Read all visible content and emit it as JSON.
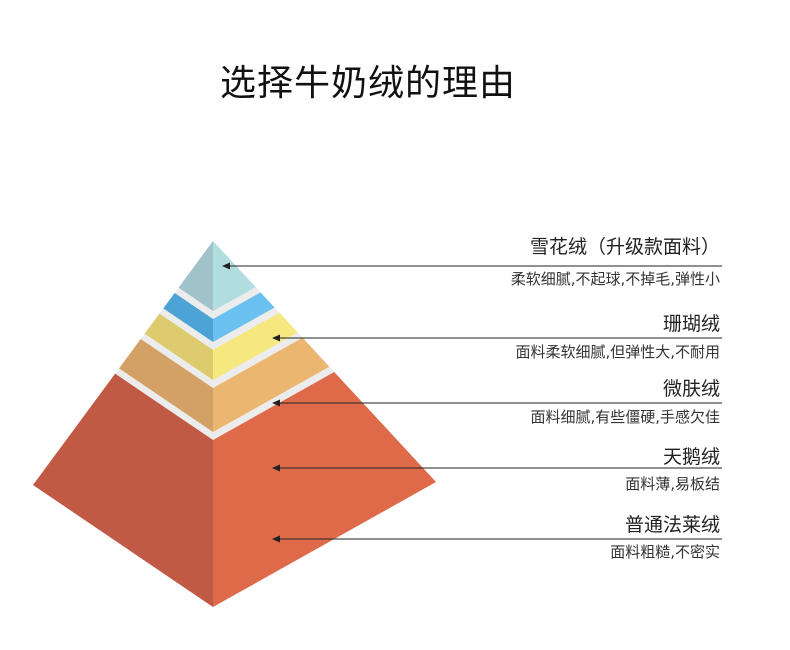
{
  "title": "选择牛奶绒的理由",
  "tiers": [
    {
      "name": "雪花绒（升级款面料）",
      "desc": "柔软细腻,不起球,不掉毛,弹性小",
      "colors": {
        "left": "#9FC3C9",
        "right": "#B2DDDE"
      }
    },
    {
      "name": "珊瑚绒",
      "desc": "面料柔软细腻,但弹性大,不耐用",
      "colors": {
        "left": "#4BA3D6",
        "right": "#6AC0EF"
      }
    },
    {
      "name": "微肤绒",
      "desc": "面料细腻,有些僵硬,手感欠佳",
      "colors": {
        "left": "#DDCB6D",
        "right": "#F6E77E"
      }
    },
    {
      "name": "天鹅绒",
      "desc": "面料薄,易板结",
      "colors": {
        "left": "#D3A065",
        "right": "#EBB770"
      }
    },
    {
      "name": "普通法莱绒",
      "desc": "面料粗糙,不密实",
      "colors": {
        "left": "#C05A45",
        "right": "#DE6A4A"
      }
    }
  ],
  "gap_color": "#ECECEC",
  "line_color": "#222222"
}
